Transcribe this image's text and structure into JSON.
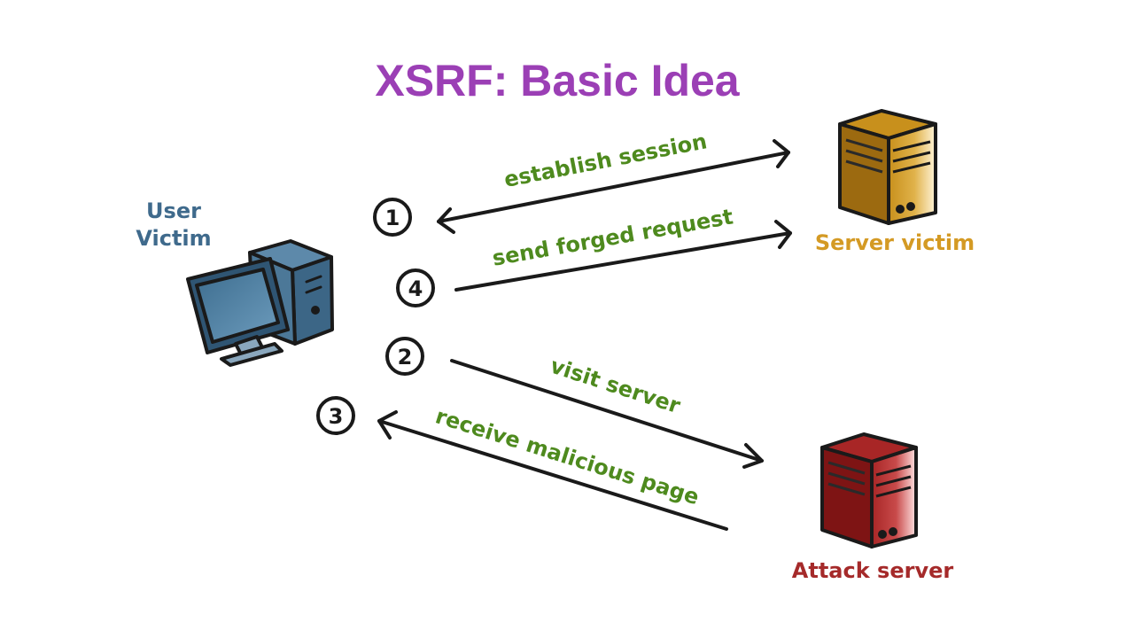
{
  "title": "XSRF: Basic Idea",
  "colors": {
    "title": "#9b3fb5",
    "arrow_label": "#4e8a1e",
    "user": "#3f6a8c",
    "server_victim": "#d49a24",
    "attack_server": "#a52a2a",
    "ink": "#1a1a1a"
  },
  "actors": {
    "user_line1": "User",
    "user_line2": "Victim",
    "server_victim": "Server victim",
    "attack_server": "Attack server"
  },
  "steps": [
    {
      "number": "1",
      "label": "establish session"
    },
    {
      "number": "2",
      "label": "visit server"
    },
    {
      "number": "3",
      "label": "receive malicious page"
    },
    {
      "number": "4",
      "label": "send forged request"
    }
  ]
}
